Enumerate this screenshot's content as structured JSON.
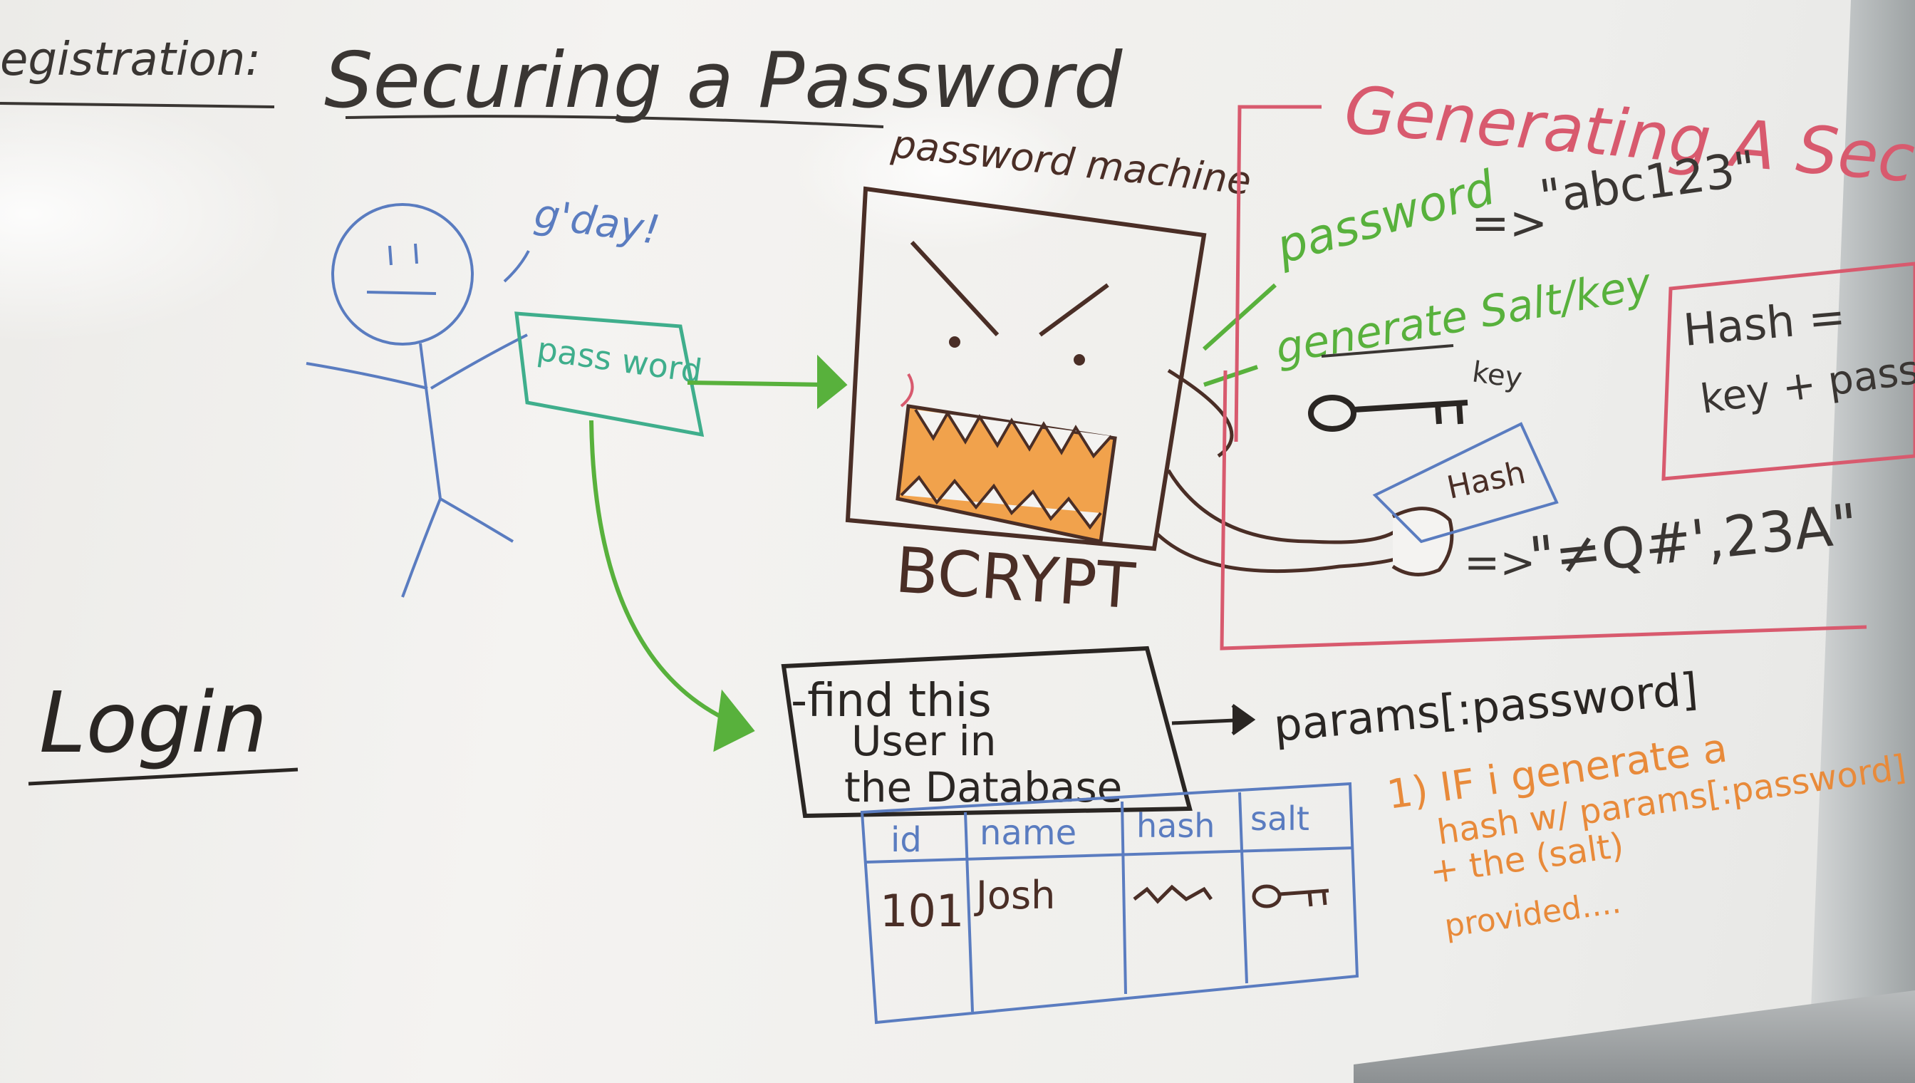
{
  "heading": {
    "section": "egistration:",
    "title": "Securing a Password"
  },
  "stick_figure": {
    "speech": "g'day!",
    "card": "pass word"
  },
  "machine": {
    "label": "password machine",
    "name": "BCRYPT"
  },
  "generating": {
    "title": "Generating A Secure Password",
    "password_label": "password",
    "password_arrow": "=>",
    "password_value": "\"abc123\"",
    "salt_label": "generate Salt/key",
    "key_label": "key",
    "hash_card": "Hash",
    "hash_arrow": "=>",
    "hash_value": "\"≠Q#',23A\"",
    "formula_line1": "Hash =",
    "formula_line2": "key + passw"
  },
  "login": {
    "title": "Login",
    "find_line1": "-find this",
    "find_line2": "User in",
    "find_line3": "the Database",
    "params": "params[:password]",
    "table": {
      "columns": [
        "id",
        "name",
        "hash",
        "salt"
      ],
      "rows": [
        [
          "101",
          "Josh",
          "",
          ""
        ]
      ]
    },
    "note_line1": "1) IF i generate a",
    "note_line2": "hash w/ params[:password]",
    "note_line3": "+ the (salt)",
    "note_line4": "provided...."
  },
  "colors": {
    "black_marker": "#3a3633",
    "blue_marker": "#5a7cc0",
    "green_marker": "#58b13c",
    "teal_marker": "#3fae8c",
    "brown_marker": "#4a2e26",
    "red_marker": "#d85a6e",
    "orange_marker": "#e88a3a"
  }
}
